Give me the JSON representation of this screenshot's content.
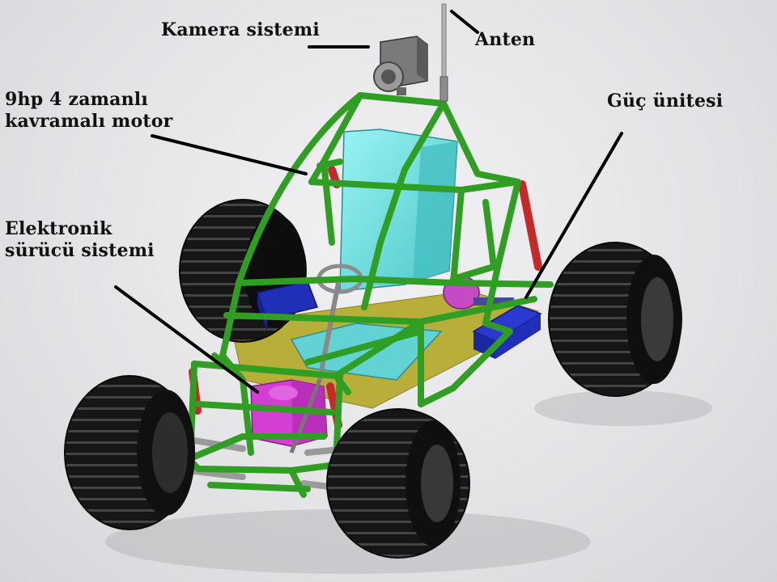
{
  "labels": {
    "camera": "Kamera sistemi",
    "antenna": "Anten",
    "motor_line1": "9hp 4 zamanlı",
    "motor_line2": "kavramalı motor",
    "power_unit": "Güç ünitesi",
    "drive_line1": "Elektronik",
    "drive_line2": "sürücü sistemi"
  },
  "colors": {
    "frame": "#2f9e22",
    "seat": "#6fe0e0",
    "tire": "#1a1a1a",
    "engine": "#d23fd2",
    "battery": "#1f2fb8",
    "floor": "#b8ae3a",
    "shock": "#c42a2a"
  }
}
